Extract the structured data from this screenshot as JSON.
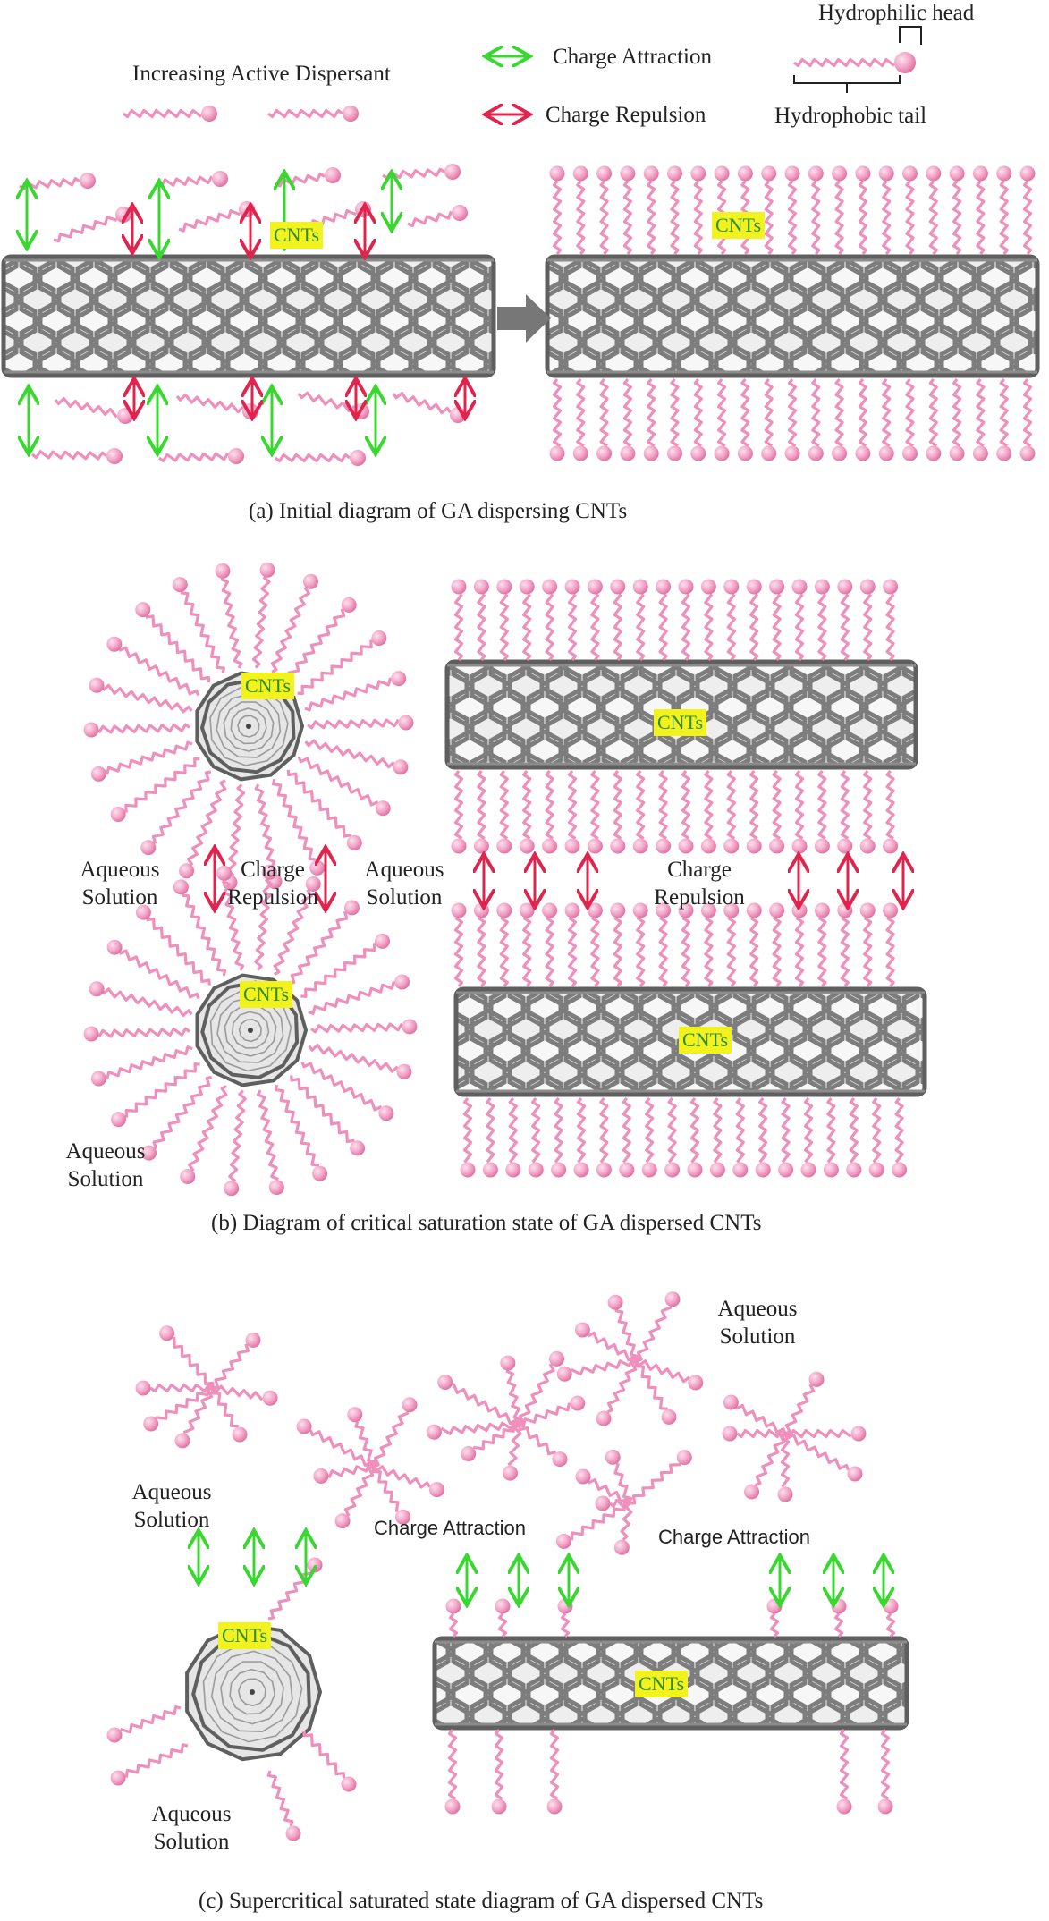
{
  "legend": {
    "increasing_dispersant": "Increasing Active Dispersant",
    "charge_attraction": "Charge Attraction",
    "charge_repulsion": "Charge Repulsion",
    "hydrophilic_head": "Hydrophilic head",
    "hydrophobic_tail": "Hydrophobic tail"
  },
  "tube_label": "CNTs",
  "panel_a": {
    "caption": "(a) Initial diagram of GA dispersing CNTs"
  },
  "panel_b": {
    "caption": "(b) Diagram of critical saturation state of GA dispersed CNTs",
    "aqueous_left": "Aqueous Solution",
    "charge_repulsion_left": "Charge Repulsion",
    "aqueous_middle": "Aqueous Solution",
    "charge_repulsion_right": "Charge Repulsion",
    "aqueous_bottom": "Aqueous Solution"
  },
  "panel_c": {
    "caption": "(c) Supercritical saturated state diagram of GA dispersed CNTs",
    "aqueous_top_right": "Aqueous Solution",
    "aqueous_left": "Aqueous Solution",
    "charge_attraction_left": "Charge Attraction",
    "charge_attraction_right": "Charge Attraction",
    "aqueous_bottom": "Aqueous Solution"
  },
  "colors": {
    "surfactant": "#ee8fbc",
    "head_highlight": "#fde1ee",
    "tube": "#8c8c8c",
    "tube_dark": "#5f5f5f",
    "attraction_arrow": "#38d830",
    "repulsion_arrow": "#e0244d",
    "label_fill": "#f2f21e",
    "label_text": "#2f8c2f",
    "process_arrow": "#777777"
  },
  "icons": {
    "surfactant": "wavy-tail-with-ball-head",
    "nanotube": "hexagonal-lattice-cylinder",
    "attraction": "green-double-arrow",
    "repulsion": "red-double-arrow"
  }
}
